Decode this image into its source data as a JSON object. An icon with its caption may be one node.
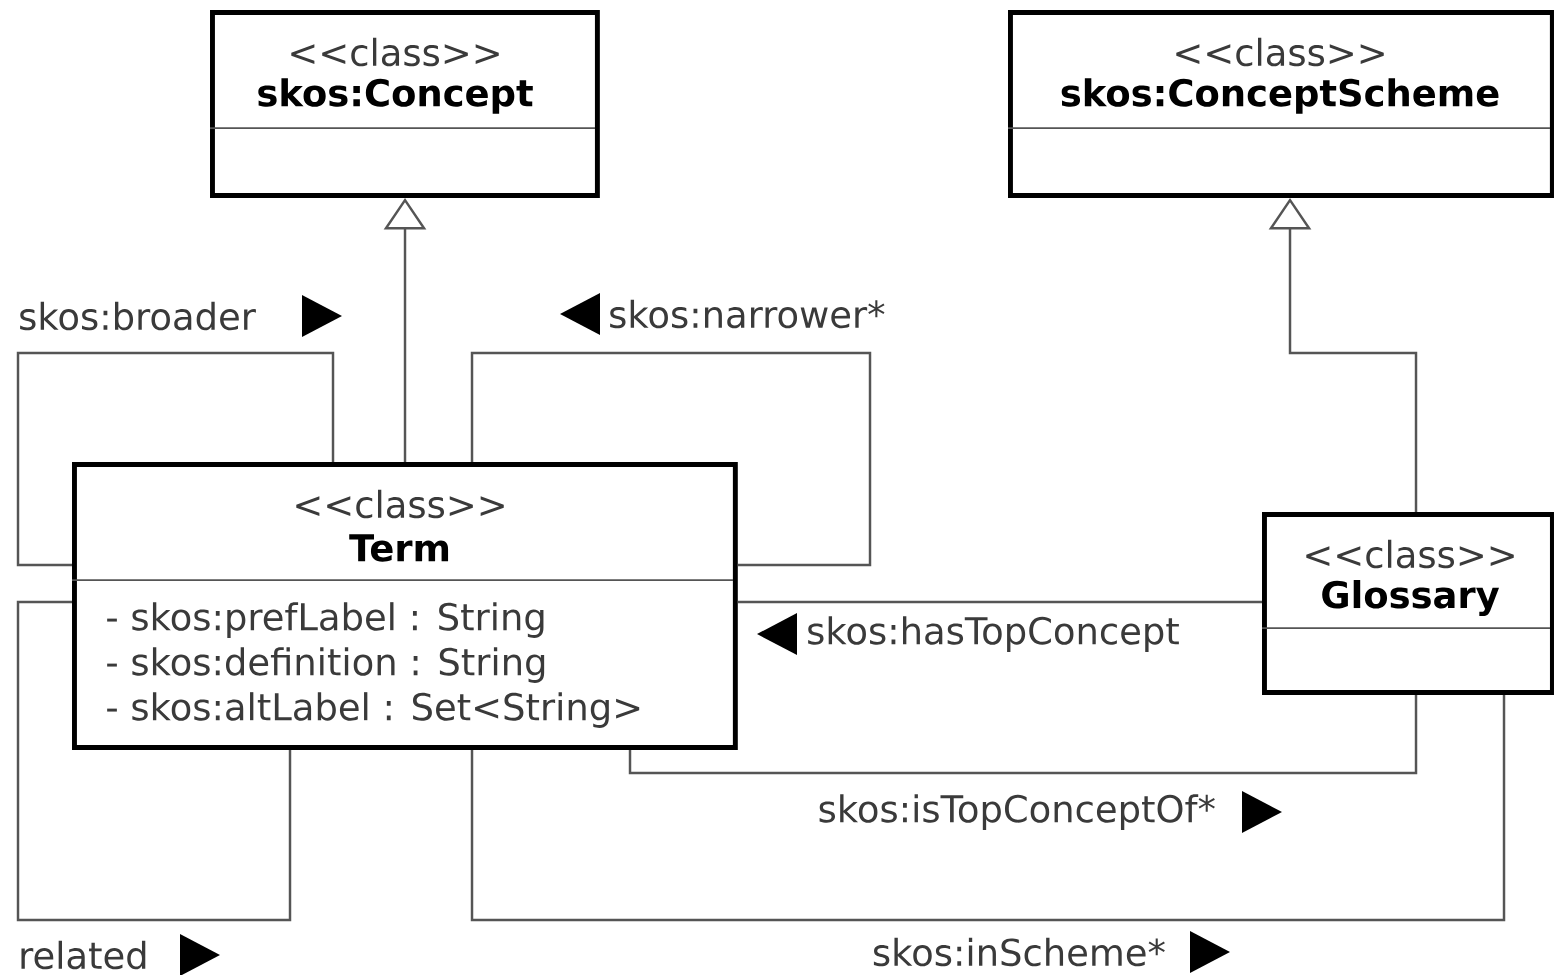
{
  "diagram": {
    "nodes": [
      {
        "text": [
          "<<class>>",
          "skos:Concept"
        ]
      },
      {
        "text": [
          "<<class>>",
          "skos:ConceptScheme"
        ]
      },
      {
        "text": [
          "<<class>>",
          "Term",
          "- skos:prefLabel : String",
          "- skos:definition : String",
          "- skos:altLabel : Set<String>"
        ]
      },
      {
        "text": [
          "<<class>>",
          "Glossary"
        ]
      }
    ],
    "edges": [
      {
        "from": 2,
        "to": 0,
        "arrow": "to"
      },
      {
        "from": 3,
        "to": 1,
        "arrow": "to"
      },
      {
        "from": 2,
        "to": 2,
        "arrow": "none",
        "label": "skos:broader"
      },
      {
        "from": 2,
        "to": 2,
        "arrow": "none",
        "label": "skos:narrower*"
      },
      {
        "from": 2,
        "to": 2,
        "arrow": "none",
        "label": "related"
      },
      {
        "from": 3,
        "to": 2,
        "arrow": "none",
        "label": "skos:hasTopConcept"
      },
      {
        "from": 2,
        "to": 3,
        "arrow": "none",
        "label": "skos:isTopConceptOf*"
      },
      {
        "from": 2,
        "to": 3,
        "arrow": "none",
        "label": "skos:inScheme*"
      }
    ]
  }
}
